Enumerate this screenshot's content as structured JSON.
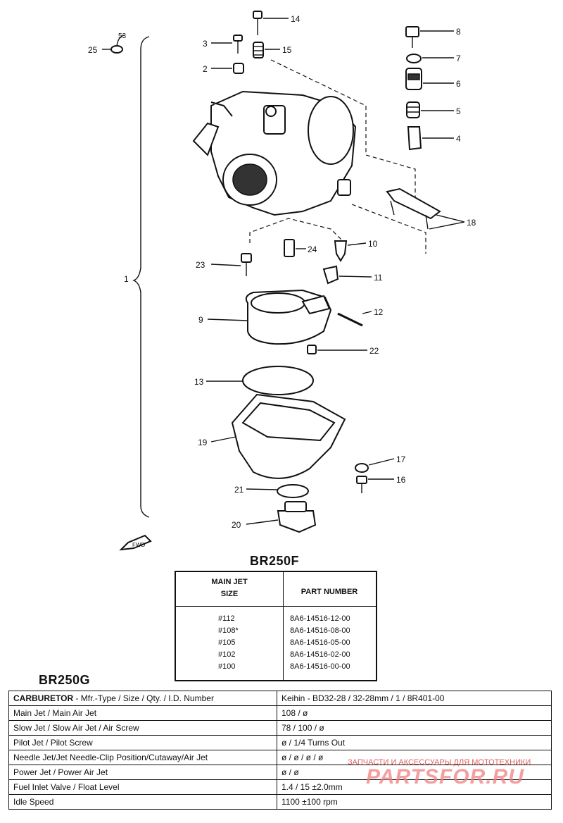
{
  "callouts": {
    "c1": "1",
    "c2": "2",
    "c3": "3",
    "c4": "4",
    "c5": "5",
    "c6": "6",
    "c7": "7",
    "c8": "8",
    "c9": "9",
    "c10": "10",
    "c11": "11",
    "c12": "12",
    "c13": "13",
    "c14": "14",
    "c15": "15",
    "c16": "16",
    "c17": "17",
    "c18": "18",
    "c19": "19",
    "c20": "20",
    "c21": "21",
    "c22": "22",
    "c23": "23",
    "c24": "24",
    "c25": "25",
    "c25b": "53",
    "fwd": "FWD"
  },
  "model_f": {
    "title": "BR250F",
    "header_size_line1": "MAIN JET",
    "header_size_line2": "SIZE",
    "header_part": "PART NUMBER",
    "rows": [
      {
        "size": "#112",
        "part": "8A6-14516-12-00"
      },
      {
        "size": "#108*",
        "part": "8A6-14516-08-00"
      },
      {
        "size": "#105",
        "part": "8A6-14516-05-00"
      },
      {
        "size": "#102",
        "part": "8A6-14516-02-00"
      },
      {
        "size": "#100",
        "part": "8A6-14516-00-00"
      }
    ]
  },
  "model_g": {
    "title": "BR250G",
    "carb_label_bold": "CARBURETOR",
    "carb_label_rest": " - Mfr.-Type / Size / Qty. / I.D. Number",
    "carb_value": "Keihin - BD32-28 / 32-28mm / 1 / 8R401-00",
    "rows": [
      {
        "label": "Main Jet / Main Air Jet",
        "value": "108 / ø"
      },
      {
        "label": "Slow Jet / Slow Air Jet / Air Screw",
        "value": "78 / 100 / ø"
      },
      {
        "label": "Pilot Jet / Pilot Screw",
        "value": "ø / 1/4 Turns Out"
      },
      {
        "label": "Needle Jet/Jet Needle-Clip Position/Cutaway/Air Jet",
        "value": "ø / ø / ø / ø"
      },
      {
        "label": "Power Jet / Power Air Jet",
        "value": "ø / ø"
      },
      {
        "label": "Fuel Inlet Valve / Float Level",
        "value": "1.4 / 15 ±2.0mm"
      },
      {
        "label": "Idle Speed",
        "value": "1100 ±100 rpm"
      }
    ]
  },
  "watermark": {
    "text": "ЗАПЧАСТИ И АКСЕССУАРЫ ДЛЯ МОТОТЕХНИКИ",
    "logo": "PARTSFOR.RU"
  }
}
